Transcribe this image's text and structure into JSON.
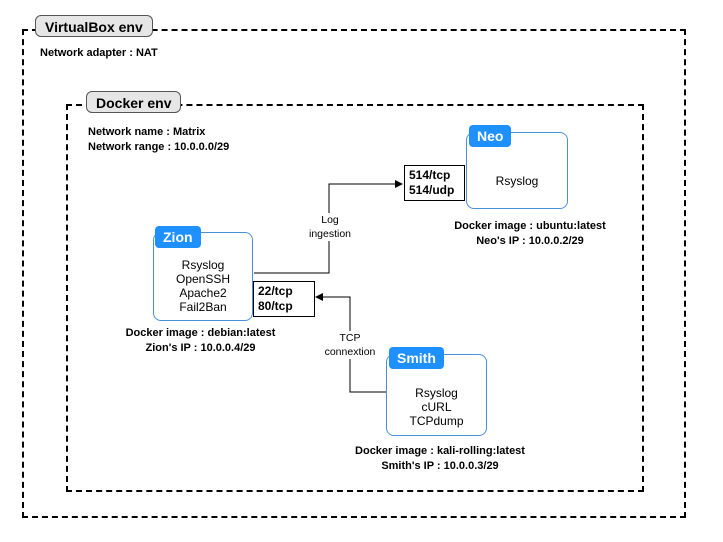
{
  "virtualbox": {
    "title": "VirtualBox env",
    "adapter": "Network adapter : NAT"
  },
  "docker": {
    "title": "Docker env",
    "network_name": "Network name : Matrix",
    "network_range": "Network range : 10.0.0.0/29"
  },
  "neo": {
    "name": "Neo",
    "services": [
      "Rsyslog"
    ],
    "ports": [
      "514/tcp",
      "514/udp"
    ],
    "image": "Docker image : ubuntu:latest",
    "ip": "Neo's IP : 10.0.0.2/29"
  },
  "zion": {
    "name": "Zion",
    "services": [
      "Rsyslog",
      "OpenSSH",
      "Apache2",
      "Fail2Ban"
    ],
    "ports": [
      "22/tcp",
      "80/tcp"
    ],
    "image": "Docker image : debian:latest",
    "ip": "Zion's IP : 10.0.0.4/29"
  },
  "smith": {
    "name": "Smith",
    "services": [
      "Rsyslog",
      "cURL",
      "TCPdump"
    ],
    "image": "Docker image : kali-rolling:latest",
    "ip": "Smith's IP : 10.0.0.3/29"
  },
  "connections": {
    "log": [
      "Log",
      "ingestion"
    ],
    "tcp": [
      "TCP",
      "connextion"
    ]
  }
}
